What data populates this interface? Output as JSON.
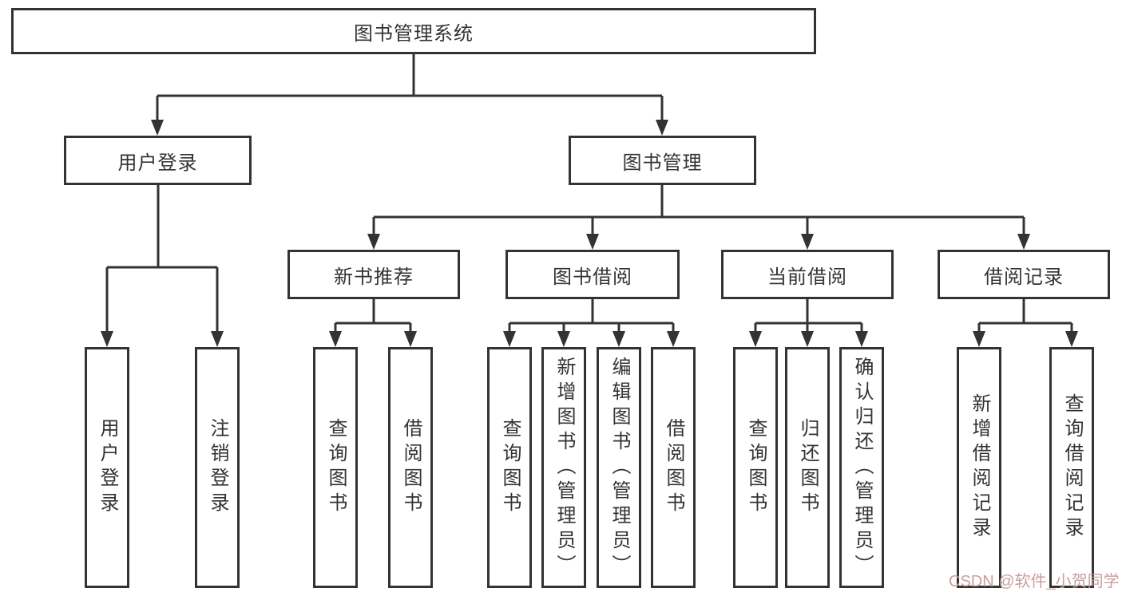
{
  "tree": {
    "label": "图书管理系统",
    "children": [
      {
        "label": "用户登录",
        "children": [
          {
            "label": "用户登录"
          },
          {
            "label": "注销登录"
          }
        ]
      },
      {
        "label": "图书管理",
        "children": [
          {
            "label": "新书推荐",
            "children": [
              {
                "label": "查询图书"
              },
              {
                "label": "借阅图书"
              }
            ]
          },
          {
            "label": "图书借阅",
            "children": [
              {
                "label": "查询图书"
              },
              {
                "label": "新增图书（管理员）"
              },
              {
                "label": "编辑图书（管理员）"
              },
              {
                "label": "借阅图书"
              }
            ]
          },
          {
            "label": "当前借阅",
            "children": [
              {
                "label": "查询图书"
              },
              {
                "label": "归还图书"
              },
              {
                "label": "确认归还（管理员）"
              }
            ]
          },
          {
            "label": "借阅记录",
            "children": [
              {
                "label": "新增借阅记录"
              },
              {
                "label": "查询借阅记录"
              }
            ]
          }
        ]
      }
    ]
  },
  "watermark": {
    "text": "CSDN @软件_小贺同学"
  },
  "colors": {
    "line": "#333333",
    "text": "#333333",
    "background": "#ffffff",
    "watermark": "#c89f9f"
  }
}
